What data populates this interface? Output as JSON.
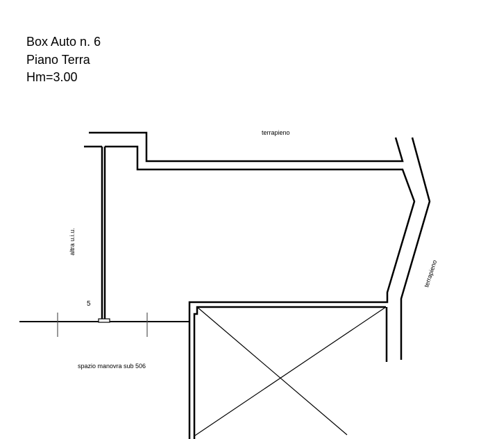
{
  "header": {
    "line1": "Box Auto n. 6",
    "line2": "Piano Terra",
    "line3": "Hm=3.00"
  },
  "labels": {
    "terrapieno_top": "terrapieno",
    "terrapieno_right": "terrapieno",
    "altra_uiu": "altra u.i.u.",
    "sub_number": "5",
    "spazio_manovra": "spazio manovra sub 506"
  }
}
